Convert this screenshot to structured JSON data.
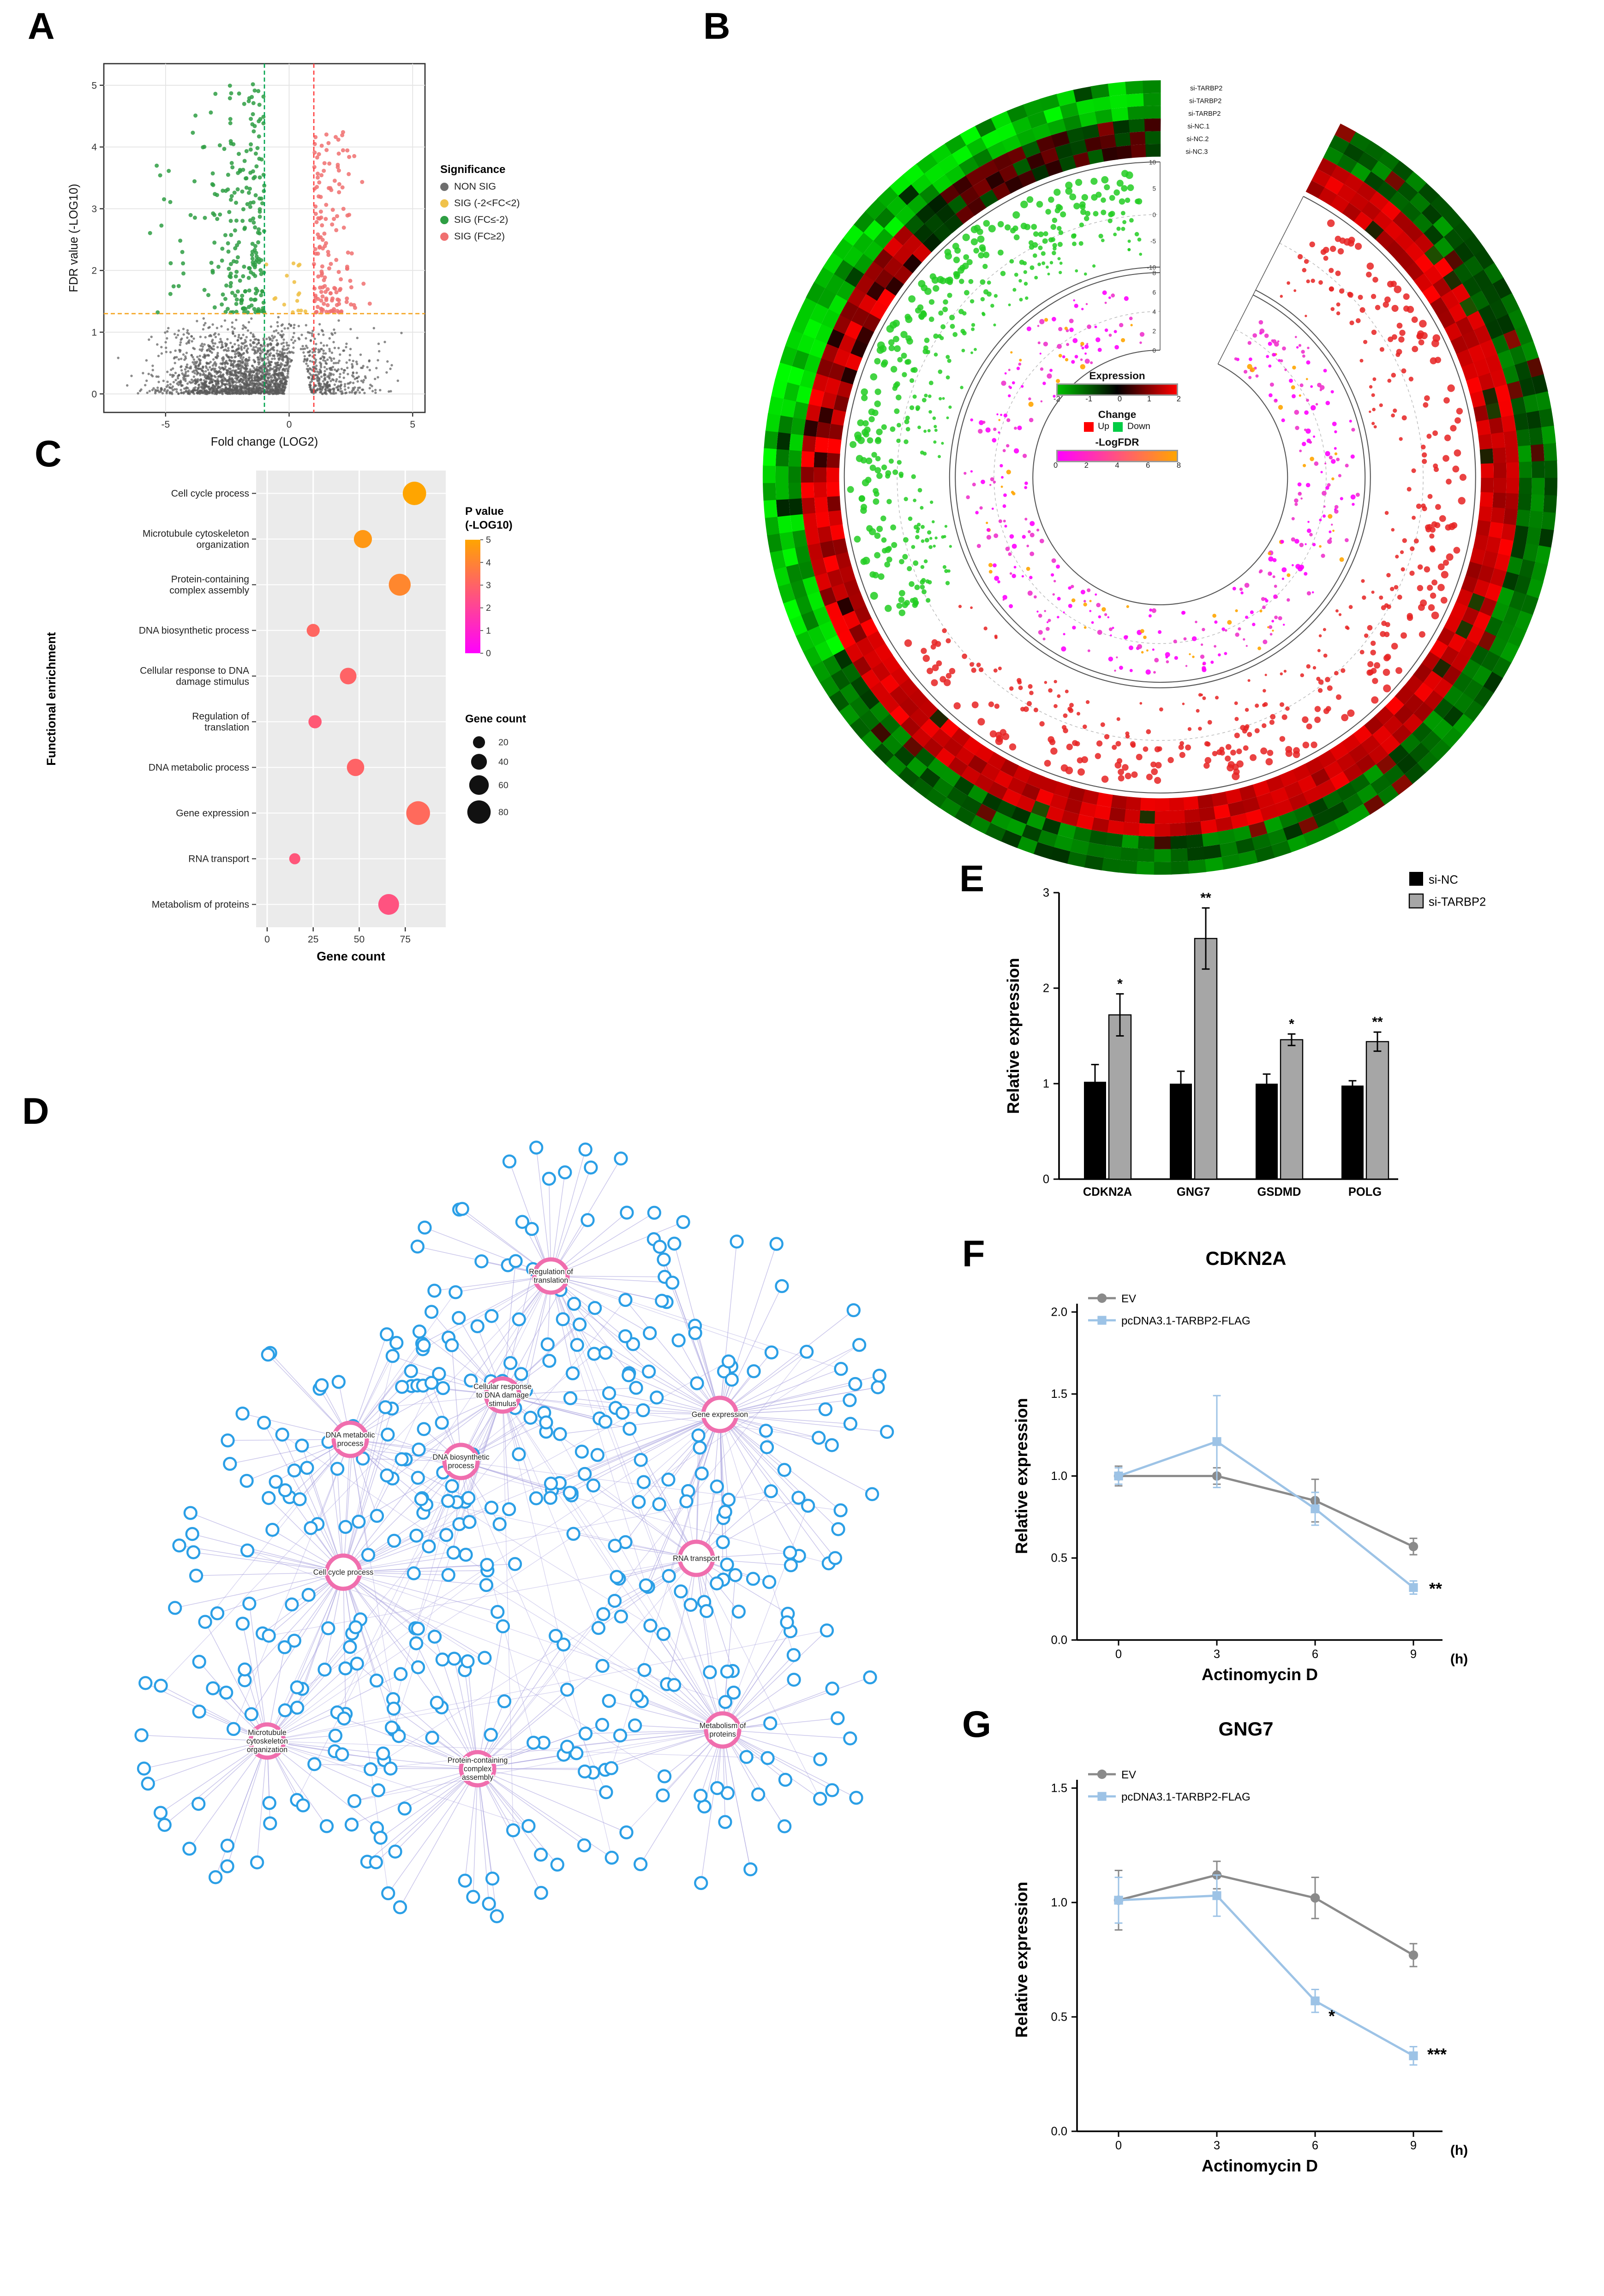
{
  "panel_labels": {
    "a": "A",
    "b": "B",
    "c": "C",
    "d": "D",
    "e": "E",
    "f": "F",
    "g": "G"
  },
  "chart_data": [
    {
      "panel": "A",
      "type": "scatter",
      "subtype": "volcano",
      "xlabel": "Fold change (LOG2)",
      "ylabel": "FDR value (-LOG10)",
      "xlim": [
        -7.5,
        5.5
      ],
      "ylim": [
        -0.3,
        5.35
      ],
      "xticks": [
        -5,
        0,
        5
      ],
      "yticks": [
        0,
        1,
        2,
        3,
        4,
        5
      ],
      "grid": true,
      "thresholds": {
        "fc_neg": -1,
        "fc_pos": 1,
        "fdr": 1.3
      },
      "threshold_colors": {
        "fc_neg": "#00a550",
        "fc_pos": "#ff4040",
        "fdr": "#f5a623"
      },
      "legend_title": "Significance",
      "legend": [
        {
          "label": "NON SIG",
          "color": "#6e6e6e"
        },
        {
          "label": "SIG (-2<FC<2)",
          "color": "#f0c24b"
        },
        {
          "label": "SIG (FC≤-2)",
          "color": "#2e9e43"
        },
        {
          "label": "SIG (FC≥2)",
          "color": "#f07070"
        }
      ],
      "points": {
        "non_sig": {
          "count": 2400,
          "color": "#5a5a5a",
          "x_range": [
            -7.2,
            5.0
          ],
          "y_range": [
            0,
            1.27
          ]
        },
        "sig_mid": {
          "count": 16,
          "color": "#f0c24b",
          "x_range": [
            -0.95,
            0.95
          ],
          "y_range": [
            1.32,
            2.15
          ]
        },
        "sig_down": {
          "count": 240,
          "color": "#2e9e43",
          "x_range": [
            -7.2,
            -1.0
          ],
          "y_range": [
            1.32,
            5.05
          ]
        },
        "sig_up": {
          "count": 150,
          "color": "#f07070",
          "x_range": [
            1.0,
            4.3
          ],
          "y_range": [
            1.32,
            4.3
          ]
        }
      },
      "seed": 42
    },
    {
      "panel": "B",
      "type": "circos",
      "sample_labels": [
        "si-TARBP2",
        "si-TARBP2",
        "si-TARBP2",
        "si-NC.1",
        "si-NC.2",
        "si-NC.3"
      ],
      "outer_scale_ticks": [
        10,
        5,
        0,
        -5,
        -10
      ],
      "inner_scale_ticks": [
        8,
        6,
        4,
        2,
        0
      ],
      "legend": {
        "expression": {
          "title": "Expression",
          "ticks": [
            -2,
            -1,
            0,
            1,
            2
          ],
          "gradient": [
            "#00c000",
            "#000000",
            "#ff0000"
          ]
        },
        "change": {
          "title": "Change",
          "entries": [
            {
              "label": "Up",
              "color": "#ff0000"
            },
            {
              "label": "Down",
              "color": "#00cc44"
            }
          ]
        },
        "logfdr": {
          "title": "-LogFDR",
          "ticks": [
            0,
            2,
            4,
            6,
            8
          ],
          "gradient": [
            "#ff00ff",
            "#ffa500"
          ]
        }
      },
      "rings": {
        "heatmap": {
          "tracks": 6,
          "segments": 132
        },
        "change_scatter": {
          "up": {
            "color": "#e62222",
            "count": 400
          },
          "down": {
            "color": "#22cc22",
            "count": 400
          }
        },
        "fdr_scatter": {
          "count": 430,
          "colors": [
            "#ff00ff",
            "#ee33cc",
            "#ffa500"
          ]
        }
      },
      "seed": 7
    },
    {
      "panel": "C",
      "type": "bubble",
      "xlabel": "Gene count",
      "ylabel": "Functional enrichment",
      "xticks": [
        0,
        25,
        50,
        75
      ],
      "xlim": [
        -6,
        97
      ],
      "categories": [
        {
          "lines": [
            "Cell cycle process"
          ],
          "gene_count": 80,
          "p_log10": 5.0
        },
        {
          "lines": [
            "Microtubule cytoskeleton",
            "organization"
          ],
          "gene_count": 52,
          "p_log10": 4.6
        },
        {
          "lines": [
            "Protein-containing",
            "complex assembly"
          ],
          "gene_count": 72,
          "p_log10": 4.1
        },
        {
          "lines": [
            "DNA biosynthetic process"
          ],
          "gene_count": 25,
          "p_log10": 3.1
        },
        {
          "lines": [
            "Cellular response to DNA",
            "damage stimulus"
          ],
          "gene_count": 44,
          "p_log10": 3.0
        },
        {
          "lines": [
            "Regulation of",
            "translation"
          ],
          "gene_count": 26,
          "p_log10": 2.7
        },
        {
          "lines": [
            "DNA metabolic process"
          ],
          "gene_count": 48,
          "p_log10": 3.0
        },
        {
          "lines": [
            "Gene expression"
          ],
          "gene_count": 82,
          "p_log10": 3.2
        },
        {
          "lines": [
            "RNA transport"
          ],
          "gene_count": 15,
          "p_log10": 2.6
        },
        {
          "lines": [
            "Metabolism of proteins"
          ],
          "gene_count": 66,
          "p_log10": 2.5
        }
      ],
      "color_scale": {
        "title_lines": [
          "P value",
          "(-LOG10)"
        ],
        "ticks": [
          0,
          1,
          2,
          3,
          4,
          5
        ],
        "range": [
          "#ff00ff",
          "#ffa500"
        ]
      },
      "size_scale": {
        "title": "Gene count",
        "ticks": [
          20,
          40,
          60,
          80
        ]
      }
    },
    {
      "panel": "D",
      "type": "network",
      "edge_color": "#a9a2dd",
      "node_stroke": "#2b9fe6",
      "hub_stroke": "#f06eae",
      "hubs": [
        {
          "lines": [
            "Regulation of",
            "translation"
          ],
          "x": 398,
          "y": 922,
          "satellites": 40
        },
        {
          "lines": [
            "Cellular response",
            "to DNA damage",
            "stimulus"
          ],
          "x": 363,
          "y": 1008,
          "satellites": 34
        },
        {
          "lines": [
            "DNA metabolic",
            "process"
          ],
          "x": 253,
          "y": 1040,
          "satellites": 30
        },
        {
          "lines": [
            "DNA biosynthetic",
            "process"
          ],
          "x": 333,
          "y": 1056,
          "satellites": 22
        },
        {
          "lines": [
            "Gene expression"
          ],
          "x": 520,
          "y": 1022,
          "satellites": 72
        },
        {
          "lines": [
            "Cell cycle process"
          ],
          "x": 248,
          "y": 1136,
          "satellites": 60
        },
        {
          "lines": [
            "RNA transport"
          ],
          "x": 503,
          "y": 1126,
          "satellites": 30
        },
        {
          "lines": [
            "Microtubule",
            "cytoskeleton",
            "organization"
          ],
          "x": 193,
          "y": 1258,
          "satellites": 42
        },
        {
          "lines": [
            "Protein-containing",
            "complex",
            "assembly"
          ],
          "x": 345,
          "y": 1278,
          "satellites": 52
        },
        {
          "lines": [
            "Metabolism of",
            "proteins"
          ],
          "x": 522,
          "y": 1250,
          "satellites": 48
        }
      ],
      "seed": 11
    },
    {
      "panel": "E",
      "type": "bar",
      "ylabel": "Relative expression",
      "ylim": [
        0,
        3
      ],
      "yticks": [
        0,
        1,
        2,
        3
      ],
      "categories": [
        "CDKN2A",
        "GNG7",
        "GSDMD",
        "POLG"
      ],
      "series": [
        {
          "name": "si-NC",
          "color": "#000000",
          "values": [
            1.02,
            1.0,
            1.0,
            0.98
          ],
          "errors": [
            0.18,
            0.13,
            0.1,
            0.05
          ]
        },
        {
          "name": "si-TARBP2",
          "color": "#a6a6a6",
          "values": [
            1.72,
            2.52,
            1.46,
            1.44
          ],
          "errors": [
            0.22,
            0.32,
            0.06,
            0.1
          ]
        }
      ],
      "significance": [
        "*",
        "**",
        "*",
        "**"
      ]
    },
    {
      "panel": "F",
      "type": "line",
      "title": "CDKN2A",
      "xlabel": "Actinomycin D",
      "x_unit": "(h)",
      "ylabel": "Relative expression",
      "x": [
        0,
        3,
        6,
        9
      ],
      "ylim": [
        0,
        2
      ],
      "yticks": [
        "0.0",
        "0.5",
        "1.0",
        "1.5",
        "2.0"
      ],
      "series": [
        {
          "name": "EV",
          "color": "#8a8a8a",
          "marker": "circle",
          "values": [
            1.0,
            1.0,
            0.85,
            0.57
          ],
          "errors": [
            0.06,
            0.05,
            0.13,
            0.05
          ]
        },
        {
          "name": "pcDNA3.1-TARBP2-FLAG",
          "color": "#9dc3e6",
          "marker": "square",
          "values": [
            1.0,
            1.21,
            0.8,
            0.32
          ],
          "errors": [
            0.05,
            0.28,
            0.1,
            0.04
          ]
        }
      ],
      "significance": [
        {
          "label": "**",
          "x_index": 3,
          "series": 1,
          "dx": 16,
          "dy": 5
        }
      ]
    },
    {
      "panel": "G",
      "type": "line",
      "title": "GNG7",
      "xlabel": "Actinomycin D",
      "x_unit": "(h)",
      "ylabel": "Relative expression",
      "x": [
        0,
        3,
        6,
        9
      ],
      "ylim": [
        0,
        1.5
      ],
      "yticks": [
        "0.0",
        "0.5",
        "1.0",
        "1.5"
      ],
      "series": [
        {
          "name": "EV",
          "color": "#8a8a8a",
          "marker": "circle",
          "values": [
            1.01,
            1.12,
            1.02,
            0.77
          ],
          "errors": [
            0.13,
            0.06,
            0.09,
            0.05
          ]
        },
        {
          "name": "pcDNA3.1-TARBP2-FLAG",
          "color": "#9dc3e6",
          "marker": "square",
          "values": [
            1.01,
            1.03,
            0.57,
            0.33
          ],
          "errors": [
            0.1,
            0.09,
            0.05,
            0.04
          ]
        }
      ],
      "significance": [
        {
          "label": "*",
          "x_index": 2,
          "series": 1,
          "dx": 12,
          "dy": 15
        },
        {
          "label": "***",
          "x_index": 3,
          "series": 1,
          "dx": 17,
          "dy": 3
        }
      ]
    }
  ]
}
